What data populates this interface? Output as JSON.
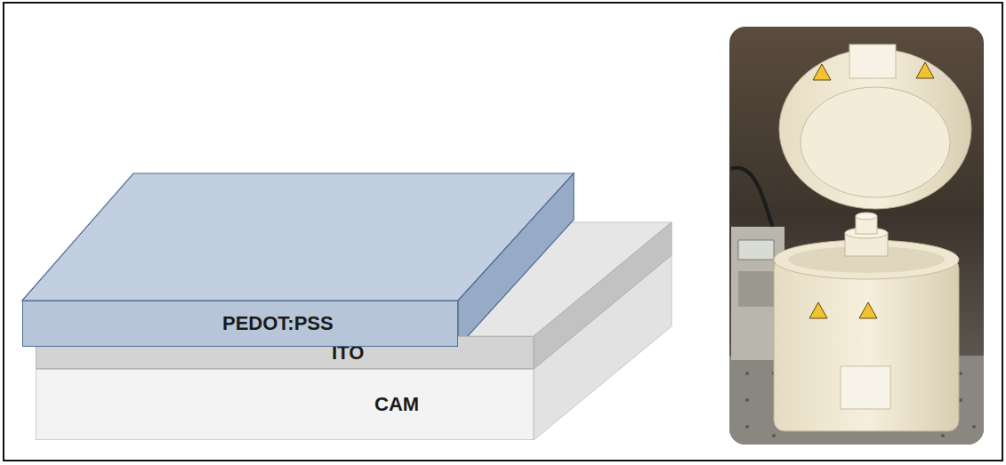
{
  "diagram": {
    "nodes": [
      {
        "text": [
          "PEDOT:PSS"
        ]
      },
      {
        "text": [
          "ITO"
        ]
      },
      {
        "text": [
          "CAM"
        ]
      }
    ]
  }
}
